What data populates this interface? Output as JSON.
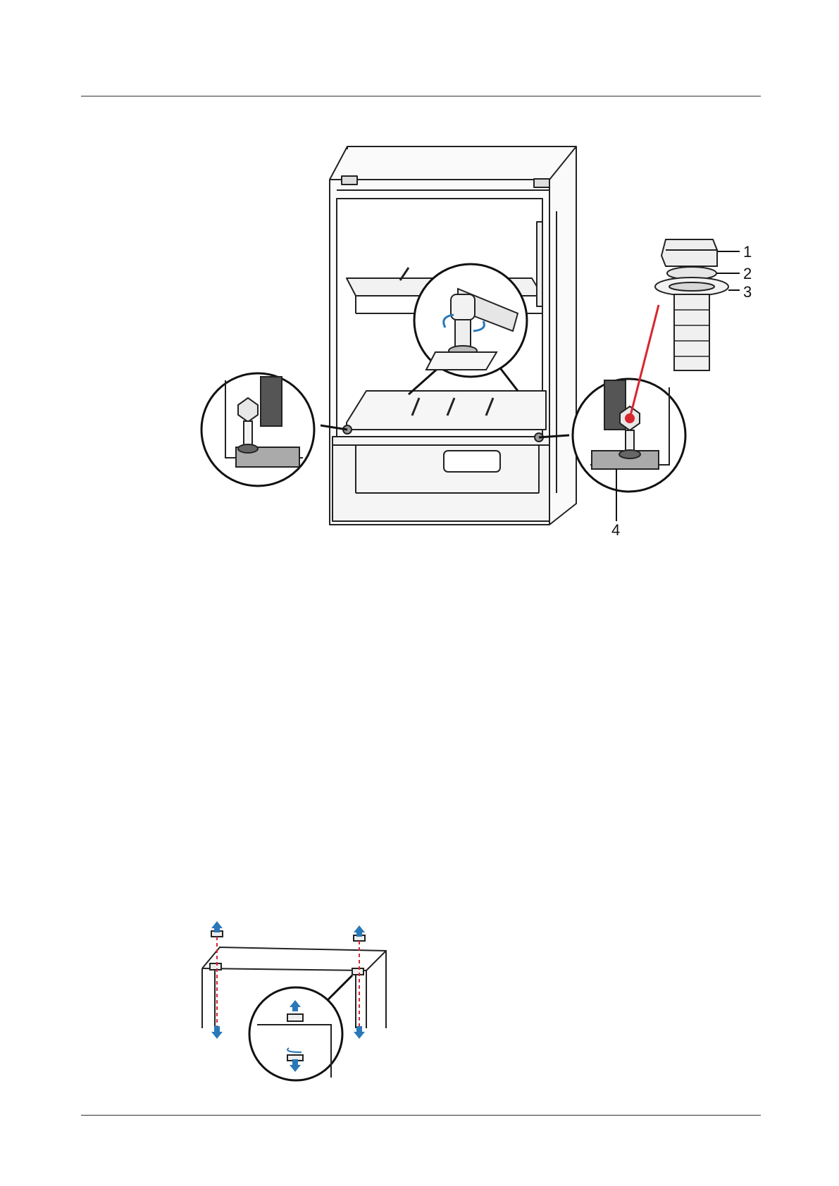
{
  "figure_top": {
    "callouts": [
      "1",
      "2",
      "3",
      "4"
    ],
    "accent_color": "#d7262e",
    "arrow_color": "#2a78b8"
  },
  "figure_bottom": {
    "arrow_color": "#2a78b8",
    "guide_color": "#d7262e"
  }
}
